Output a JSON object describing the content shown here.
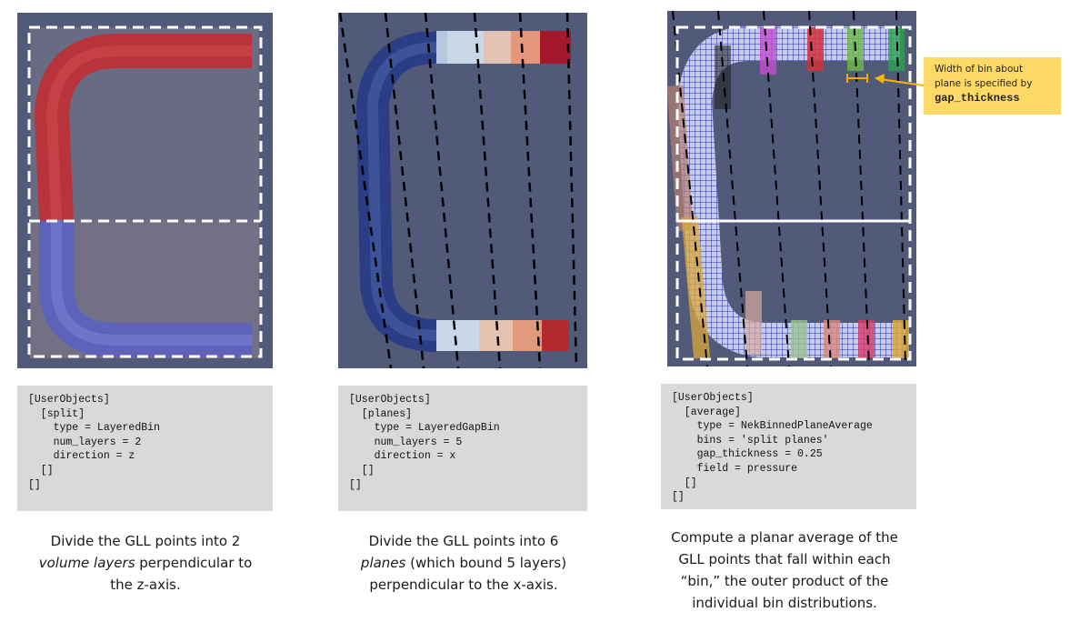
{
  "panels": [
    {
      "code": [
        "[UserObjects]",
        "  [split]",
        "    type = LayeredBin",
        "    num_layers = 2",
        "    direction = z",
        "  []",
        "[]"
      ],
      "caption": {
        "line1": "Divide the GLL points into 2",
        "line2_italic": "volume layers",
        "line2_rest": " perpendicular to",
        "line3": "the z-axis."
      }
    },
    {
      "code": [
        "[UserObjects]",
        "  [planes]",
        "    type = LayeredGapBin",
        "    num_layers = 5",
        "    direction = x",
        "  []",
        "[]"
      ],
      "caption": {
        "line1": "Divide the GLL points into 6",
        "line2_italic": "planes",
        "line2_rest": " (which bound 5 layers)",
        "line3": "perpendicular to the x-axis."
      }
    },
    {
      "code": [
        "[UserObjects]",
        "  [average]",
        "    type = NekBinnedPlaneAverage",
        "    bins = 'split planes'",
        "    gap_thickness = 0.25",
        "    field = pressure",
        "  []",
        "[]"
      ],
      "caption": {
        "line1": "Compute a planar average of the",
        "line2": "GLL points that fall within each",
        "line3": "“bin,” the outer product of the",
        "line4": "individual bin distributions."
      }
    }
  ],
  "callout": {
    "line1": "Width of bin about",
    "line2": "plane is specified by",
    "keyword": "gap_thickness"
  },
  "colors": {
    "panel_bg": "#525a7a",
    "red_layer": "#c0393b",
    "blue_layer": "#6a72c4",
    "callout_bg": "#ffd966",
    "callout_arrow": "#f5b800",
    "code_bg": "#d9d9d9"
  }
}
